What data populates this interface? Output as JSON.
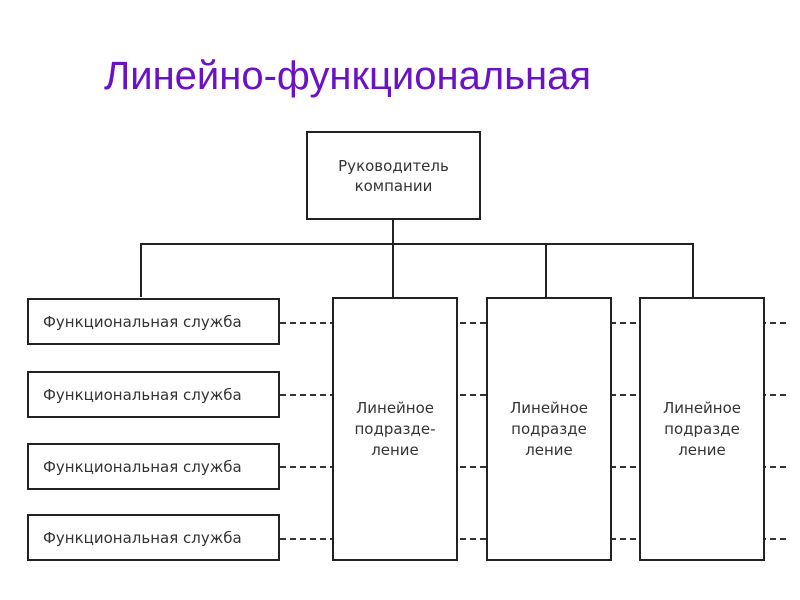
{
  "title": "Линейно-функциональная",
  "colors": {
    "title": "#6b12c4",
    "lines": "#222222",
    "text": "#333333"
  },
  "diagram": {
    "head": "Руководитель\nкомпании",
    "functional_services": [
      "Функциональная служба",
      "Функциональная служба",
      "Функциональная служба",
      "Функциональная служба"
    ],
    "line_units": [
      "Линейное\nподразде-\nление",
      "Линейное\nподразде\nление",
      "Линейное\nподразде\nление"
    ]
  }
}
